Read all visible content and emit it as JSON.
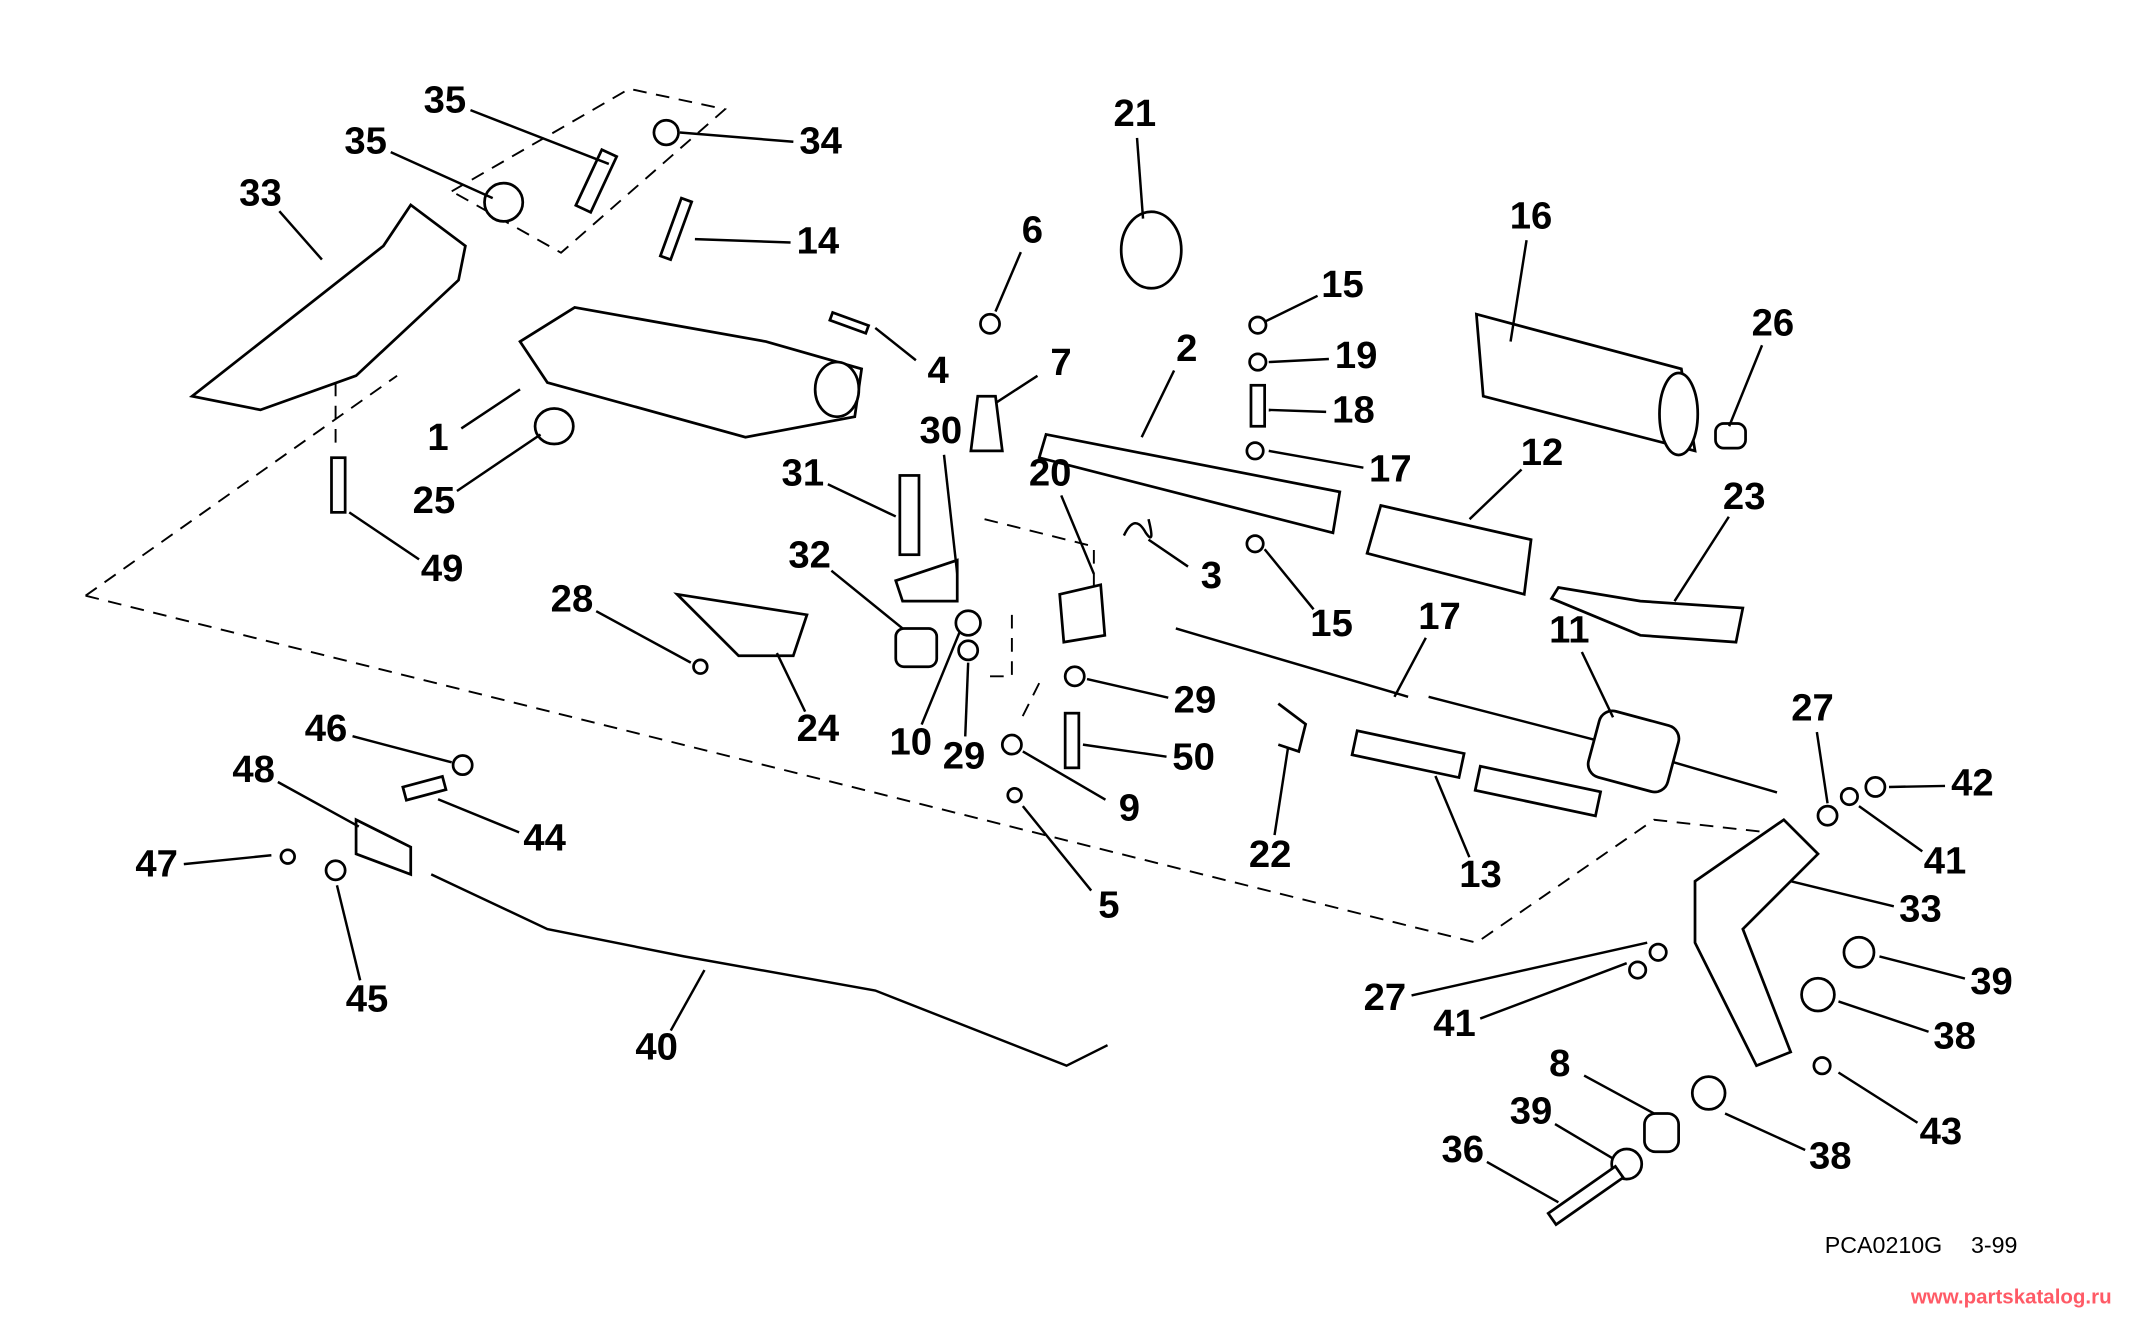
{
  "diagram": {
    "part_labels": [
      "35",
      "35",
      "34",
      "33",
      "14",
      "21",
      "6",
      "16",
      "15",
      "19",
      "26",
      "4",
      "7",
      "2",
      "18",
      "1",
      "30",
      "17",
      "12",
      "23",
      "31",
      "20",
      "25",
      "3",
      "49",
      "32",
      "28",
      "15",
      "17",
      "11",
      "24",
      "10",
      "29",
      "29",
      "27",
      "46",
      "48",
      "50",
      "42",
      "44",
      "47",
      "9",
      "22",
      "13",
      "41",
      "33",
      "5",
      "45",
      "40",
      "27",
      "41",
      "39",
      "38",
      "8",
      "39",
      "43",
      "36",
      "38"
    ],
    "drawing_code": "PCA0210G",
    "revision": "3-99",
    "watermark": "www.partskatalog.ru",
    "colors": {
      "line": "#000000",
      "watermark": "#ff5a66",
      "background": "#ffffff"
    }
  }
}
